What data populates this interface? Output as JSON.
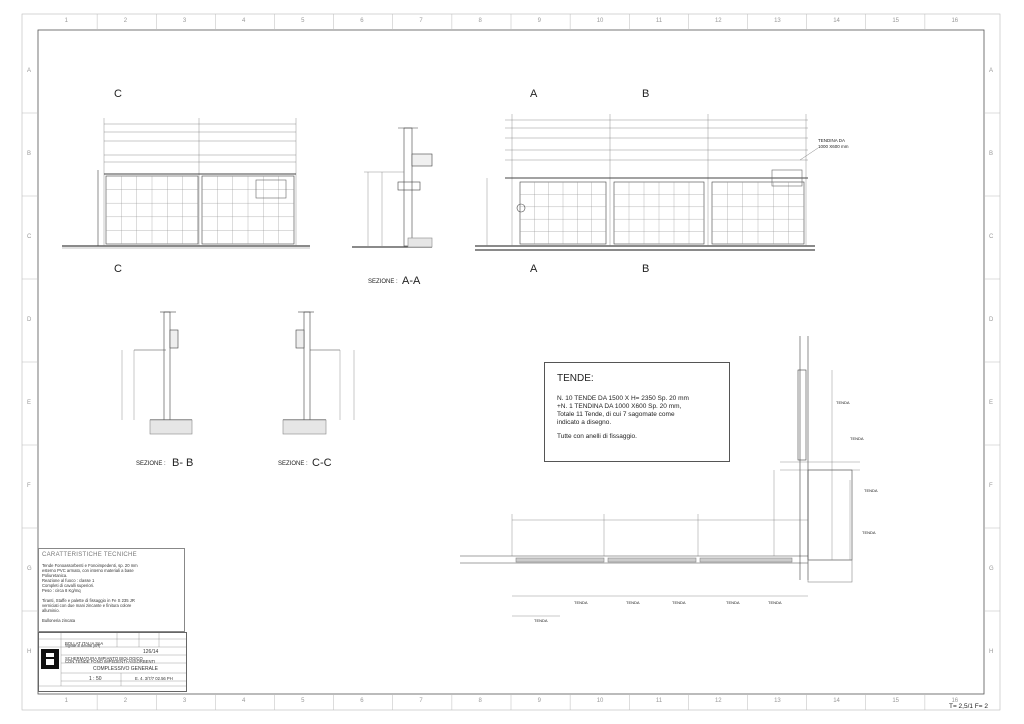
{
  "frame": {
    "columns": [
      "1",
      "2",
      "3",
      "4",
      "5",
      "6",
      "7",
      "8",
      "9",
      "10",
      "11",
      "12",
      "13",
      "14",
      "15",
      "16"
    ],
    "rows": [
      "A",
      "B",
      "C",
      "D",
      "E",
      "F",
      "G",
      "H"
    ]
  },
  "markers": {
    "c_top": "C",
    "c_bottom": "C",
    "a_top": "A",
    "b_top": "B",
    "a_bottom": "A",
    "b_bottom": "B"
  },
  "sections": {
    "aa_prefix": "SEZIONE :",
    "aa_name": "A-A",
    "bb_prefix": "SEZIONE :",
    "bb_name": "B- B",
    "cc_prefix": "SEZIONE :",
    "cc_name": "C-C"
  },
  "annotations": {
    "tendina_label": "TENDINA DA",
    "tendina_size": "1000 X600 mm",
    "tenda": "TENDA"
  },
  "notes": {
    "title": "TENDE:",
    "lines": [
      "N. 10 TENDE DA 1500 X H= 2350 Sp. 20 mm",
      "+N. 1 TENDINA DA 1000 X600 Sp. 20 mm,",
      "Totale 11 Tende, di cui 7 sagomate come",
      "indicato a disegno.",
      "",
      "Tutte con anelli di fissaggio."
    ]
  },
  "specs": {
    "title": "CARATTERISTICHE TECNICHE",
    "lines": [
      "Tende Fonoassorbenti e Fonoimpedenti, sp. 20 mm",
      "esterno PVC armato, con interno materiali a base",
      "Poliuretanica.",
      "Reazione al fuoco : classe 1",
      "Completi di cavalli superiori.",
      "Peso : circa 8 Kg/mq",
      "",
      "Tiranti, Staffe e palette di fissaggio in Fe S 235 JR",
      "verniciati con due mani zincante e finitura colore",
      "alluminio.",
      "",
      "Bulloneria zincata"
    ]
  },
  "titleblock": {
    "client": "BOLLAT ITALIA SpA",
    "client_addr": "Vignate di Brindisi (BR)",
    "drawing_no": "126/14",
    "subject_1": "SCHERMATURA IMPIANTO BIOLOGICO",
    "subject_2": "CON TENDE FONO IMPEDENTI-ASSORBENTI",
    "description": "COMPLESSIVO GENERALE",
    "scale": "1 : 50",
    "date": "E. 4. 3/7/7 02.56 PH"
  },
  "sheet_info": "T= 2,5/1  F= 2"
}
